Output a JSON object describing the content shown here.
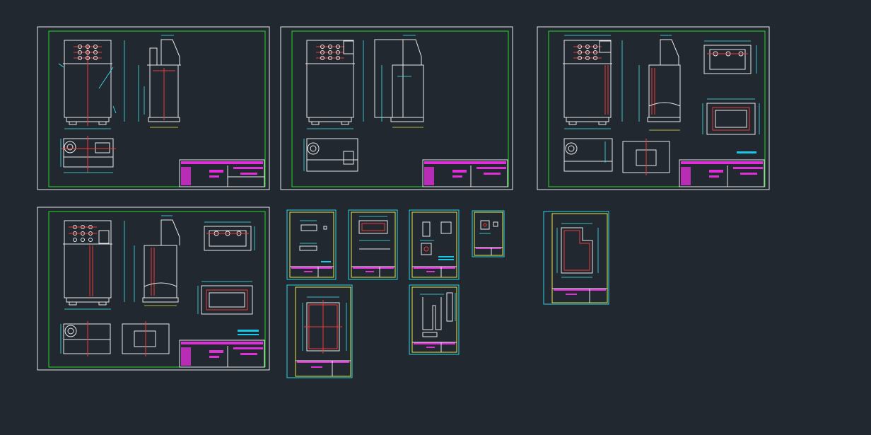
{
  "viewport": {
    "background": "#212830"
  },
  "colors": {
    "frame_green": "#22dd22",
    "frame_cyan": "#2ad6e0",
    "frame_yellow": "#e8e84a",
    "geometry": "#e8e8e8",
    "dimension": "#3fe9f0",
    "centerline": "#f03a3a",
    "title_block": "#e02ed8",
    "note_bar": "#18c8e8"
  },
  "sheets": [
    {
      "id": "sheet-1",
      "size": "large"
    },
    {
      "id": "sheet-2",
      "size": "large"
    },
    {
      "id": "sheet-3",
      "size": "large"
    },
    {
      "id": "sheet-4",
      "size": "large"
    },
    {
      "id": "sheet-5",
      "size": "small"
    },
    {
      "id": "sheet-6",
      "size": "small"
    },
    {
      "id": "sheet-7",
      "size": "small"
    },
    {
      "id": "sheet-8",
      "size": "small"
    },
    {
      "id": "sheet-9",
      "size": "small"
    },
    {
      "id": "sheet-10",
      "size": "small"
    },
    {
      "id": "sheet-11",
      "size": "small"
    }
  ]
}
